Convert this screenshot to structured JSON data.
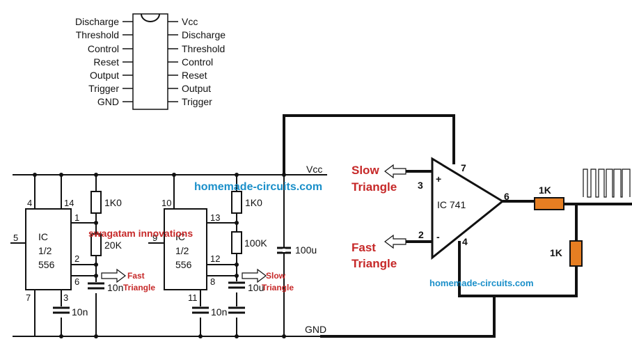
{
  "pinout": {
    "left": [
      "Discharge",
      "Threshold",
      "Control",
      "Reset",
      "Output",
      "Trigger",
      "GND"
    ],
    "right": [
      "Vcc",
      "Discharge",
      "Threshold",
      "Control",
      "Reset",
      "Output",
      "Trigger"
    ]
  },
  "rails": {
    "vcc": "Vcc",
    "gnd": "GND"
  },
  "ic1": {
    "line1": "IC",
    "line2": "1/2",
    "line3": "556",
    "pins": {
      "p4": "4",
      "p14": "14",
      "p1": "1",
      "p2": "2",
      "p6": "6",
      "p5": "5",
      "p7": "7",
      "p3": "3"
    },
    "r1": "1K0",
    "r2": "20K",
    "c1": "10n",
    "c2": "10n",
    "out_label": [
      "Fast",
      "Triangle"
    ]
  },
  "ic2": {
    "line1": "IC",
    "line2": "1/2",
    "line3": "556",
    "pins": {
      "p10": "10",
      "p13": "13",
      "p9": "9",
      "p12": "12",
      "p8": "8",
      "p11": "11"
    },
    "r1": "1K0",
    "r2": "100K",
    "c1": "10u",
    "c2": "10n",
    "out_label": [
      "Slow",
      "Triangle"
    ]
  },
  "supply_cap": "100u",
  "opamp": {
    "name": "IC 741",
    "pins": {
      "p7": "7",
      "p3": "3",
      "p2": "2",
      "p6": "6",
      "p4": "4"
    },
    "plus": "+",
    "minus": "-",
    "in_plus": [
      "Slow",
      "Triangle"
    ],
    "in_minus": [
      "Fast",
      "Triangle"
    ],
    "r_out": "1K",
    "r_load": "1K"
  },
  "watermarks": {
    "w1": "homemade-circuits.com",
    "w2": "swagatam innovations",
    "w3": "homemade-circuits.com"
  },
  "colors": {
    "accent_red": "#c62828",
    "accent_blue": "#1a8fc9",
    "resistor_orange": "#e67e22"
  }
}
